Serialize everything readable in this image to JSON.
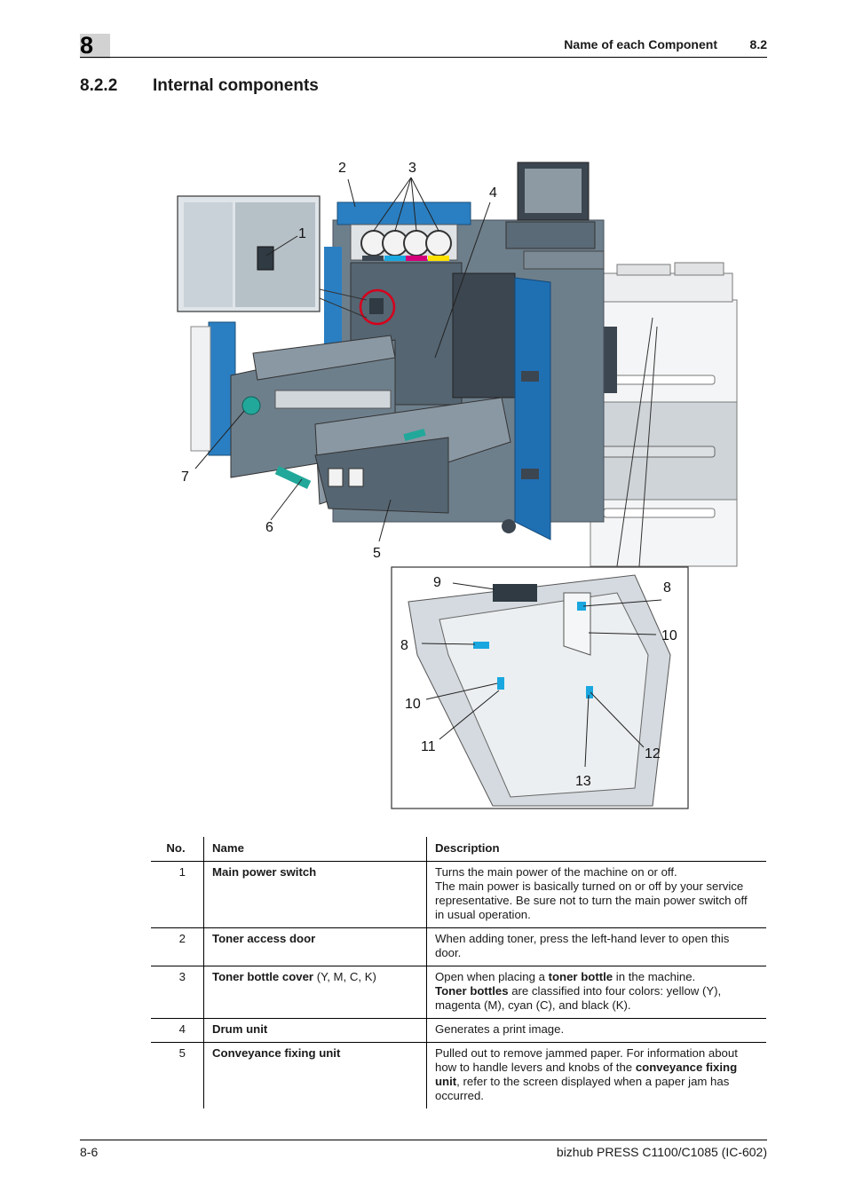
{
  "header": {
    "chapter": "8",
    "title": "Name of each Component",
    "section": "8.2"
  },
  "section": {
    "number": "8.2.2",
    "title": "Internal components"
  },
  "figure": {
    "callouts": [
      "2",
      "3",
      "4",
      "1",
      "7",
      "6",
      "5",
      "9",
      "8",
      "8",
      "10",
      "10",
      "11",
      "12",
      "13"
    ],
    "colors": {
      "machine_blue": "#1f6fb3",
      "machine_gray": "#6e7f8c",
      "dark_gray": "#3c4650",
      "light_gray": "#e3e6e8",
      "teal": "#22a89a",
      "toner_cyan": "#1aa7df",
      "toner_magenta": "#d4007a",
      "toner_yellow": "#ffe100"
    }
  },
  "table": {
    "headers": {
      "no": "No.",
      "name": "Name",
      "description": "Description"
    },
    "rows": [
      {
        "no": "1",
        "name": "Main power switch",
        "name_suffix": "",
        "desc": [
          {
            "t": "Turns the main power of the machine on or off."
          },
          {
            "t": "The main power is basically turned on or off by your service representative. Be sure not to turn the main power switch off in usual operation."
          }
        ]
      },
      {
        "no": "2",
        "name": "Toner access door",
        "name_suffix": "",
        "desc": [
          {
            "t": "When adding toner, press the left-hand lever to open this door."
          }
        ]
      },
      {
        "no": "3",
        "name": "Toner bottle cover",
        "name_suffix": " (Y, M, C, K)",
        "desc": [
          {
            "t1": "Open when placing a ",
            "b1": "toner bottle",
            "t2": " in the machine."
          },
          {
            "b1": "Toner bottles",
            "t2": " are classified into four colors: yellow (Y), magenta (M), cyan (C), and black (K)."
          }
        ]
      },
      {
        "no": "4",
        "name": "Drum unit",
        "name_suffix": "",
        "desc": [
          {
            "t": "Generates a print image."
          }
        ]
      },
      {
        "no": "5",
        "name": "Conveyance fixing unit",
        "name_suffix": "",
        "desc": [
          {
            "t1": "Pulled out to remove jammed paper. For information about how to handle levers and knobs of the ",
            "b1": "conveyance fixing unit",
            "t2": ", refer to the screen displayed when a paper jam has occurred."
          }
        ]
      }
    ]
  },
  "footer": {
    "page": "8-6",
    "product": "bizhub PRESS C1100/C1085 (IC-602)"
  }
}
